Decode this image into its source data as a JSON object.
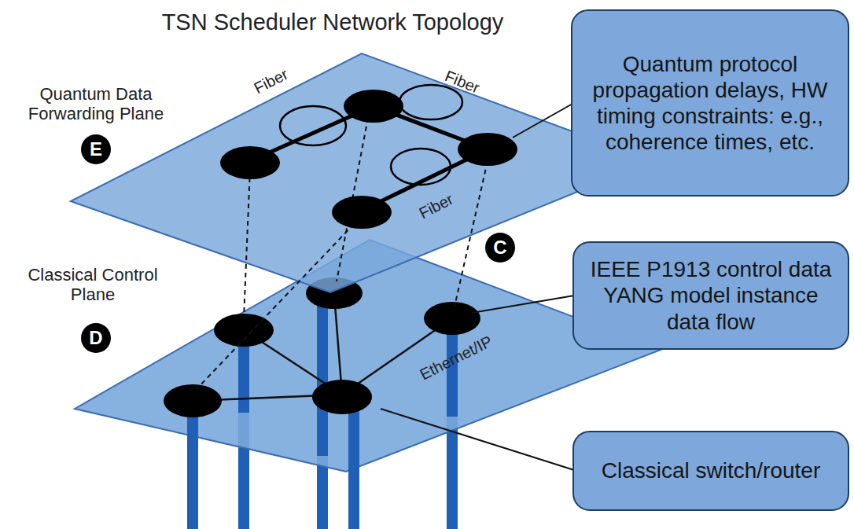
{
  "diagram": {
    "title": "TSN Scheduler Network Topology",
    "nodes": [
      {
        "text": [
          "Quantum protocol propagation delays, HW timing constraints: e.g., coherence times, etc."
        ]
      },
      {
        "text": [
          "IEEE P1913 control data YANG model instance data flow"
        ]
      },
      {
        "text": [
          "Classical switch/router"
        ]
      }
    ],
    "labels": [
      "Quantum Data Forwarding Plane",
      "E",
      "Classical Control Plane",
      "D",
      "C",
      "Fiber",
      "Fiber",
      "Fiber",
      "Ethernet/IP"
    ]
  }
}
